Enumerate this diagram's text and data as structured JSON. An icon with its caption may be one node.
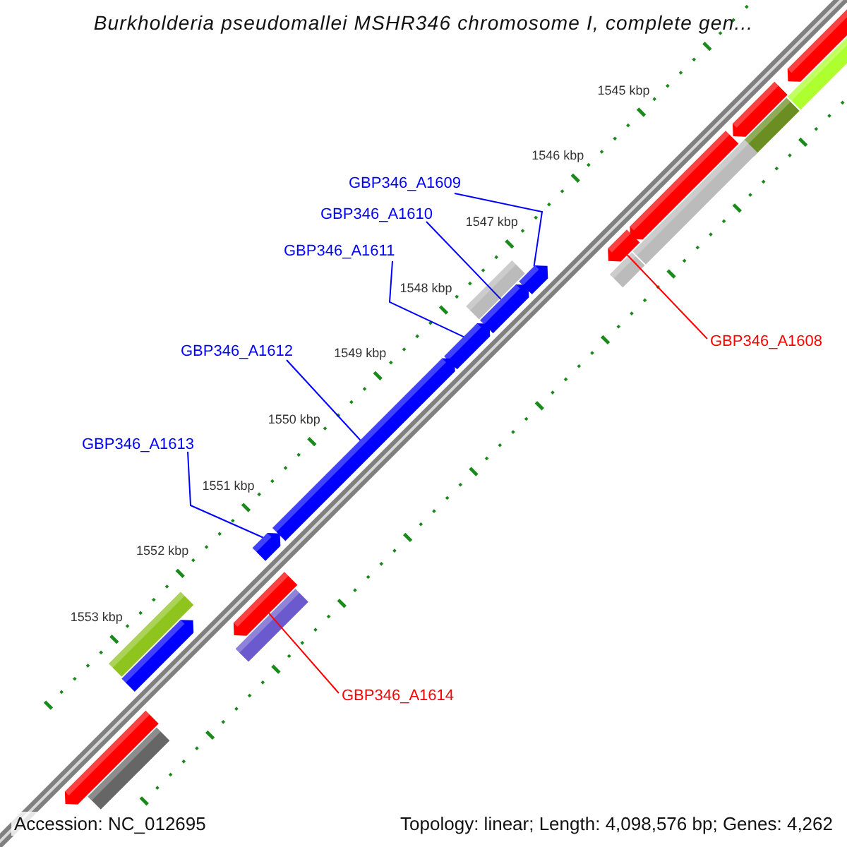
{
  "diagram": {
    "title": "Burkholderia pseudomallei MSHR346 chromosome I, complete gen...",
    "nodes": [
      {
        "text": [
          "GBP346_A1609"
        ]
      },
      {
        "text": [
          "GBP346_A1610"
        ]
      },
      {
        "text": [
          "GBP346_A1611"
        ]
      },
      {
        "text": [
          "GBP346_A1608"
        ]
      },
      {
        "text": [
          "GBP346_A1612"
        ]
      },
      {
        "text": [
          "GBP346_A1613"
        ]
      },
      {
        "text": [
          "GBP346_A1614"
        ]
      },
      {
        "text": [],
        "shape": "arrow"
      },
      {
        "text": [],
        "shape": "bar"
      },
      {
        "text": [],
        "shape": "arrow"
      },
      {
        "text": [],
        "shape": "bar"
      },
      {
        "text": [],
        "shape": "arrow"
      },
      {
        "text": [],
        "shape": "bar"
      },
      {
        "text": [],
        "shape": "arrow"
      },
      {
        "text": [],
        "shape": "bar"
      },
      {
        "text": [],
        "shape": "arrow"
      },
      {
        "text": [],
        "shape": "bar"
      },
      {
        "text": [],
        "shape": "arrow"
      },
      {
        "text": [],
        "shape": "arrow"
      },
      {
        "text": [],
        "shape": "arrow"
      },
      {
        "text": [],
        "shape": "arrow"
      },
      {
        "text": [],
        "shape": "arrow"
      },
      {
        "text": [],
        "shape": "bar"
      },
      {
        "text": [],
        "shape": "bar"
      },
      {
        "text": [],
        "shape": "arrow"
      },
      {
        "text": [],
        "shape": "arrow"
      },
      {
        "text": [],
        "shape": "bar"
      }
    ],
    "edges": [
      {
        "from": 0,
        "to": 15,
        "arrow": "none"
      },
      {
        "from": 1,
        "to": 17,
        "arrow": "none"
      },
      {
        "from": 2,
        "to": 18,
        "arrow": "none"
      },
      {
        "from": 3,
        "to": 13,
        "arrow": "none",
        "color": "#ff0000"
      },
      {
        "from": 4,
        "to": 19,
        "arrow": "none"
      },
      {
        "from": 5,
        "to": 20,
        "arrow": "none"
      },
      {
        "from": 6,
        "to": 21,
        "arrow": "none",
        "color": "#ff0000"
      }
    ],
    "labels": [
      "1545 kbp",
      "1546 kbp",
      "1547 kbp",
      "1548 kbp",
      "1549 kbp",
      "1550 kbp",
      "1551 kbp",
      "1552 kbp",
      "1553 kbp",
      "Accession: NC_012695",
      "Topology: linear; Length: 4,098,576 bp; Genes: 4,262"
    ]
  }
}
